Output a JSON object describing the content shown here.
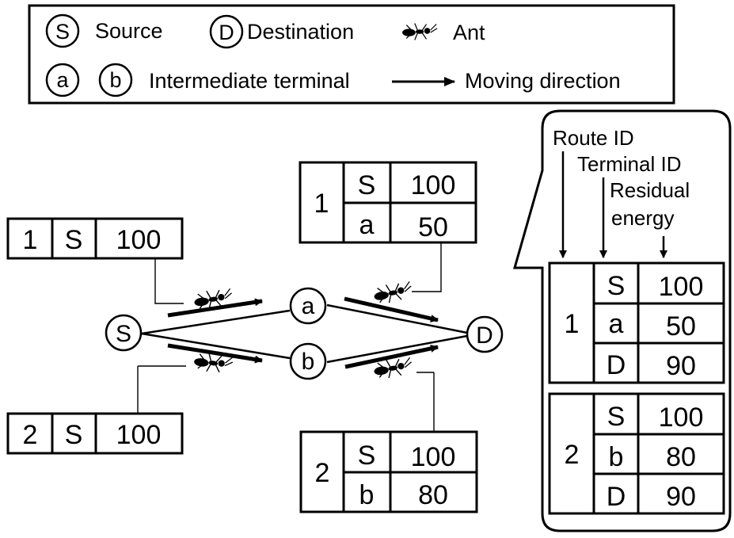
{
  "legend": {
    "source_symbol": "S",
    "source_label": "Source",
    "destination_symbol": "D",
    "destination_label": "Destination",
    "ant_label": "Ant",
    "intermediate_symbol_a": "a",
    "intermediate_symbol_b": "b",
    "intermediate_label": "Intermediate terminal",
    "direction_label": "Moving direction"
  },
  "nodes": {
    "source": "S",
    "a": "a",
    "b": "b",
    "destination": "D"
  },
  "tables": {
    "left_top": {
      "route": "1",
      "terminal": "S",
      "energy": "100"
    },
    "left_bottom": {
      "route": "2",
      "terminal": "S",
      "energy": "100"
    },
    "mid_top": {
      "route": "1",
      "rows": [
        {
          "terminal": "S",
          "energy": "100"
        },
        {
          "terminal": "a",
          "energy": "50"
        }
      ]
    },
    "mid_bottom": {
      "route": "2",
      "rows": [
        {
          "terminal": "S",
          "energy": "100"
        },
        {
          "terminal": "b",
          "energy": "80"
        }
      ]
    }
  },
  "callout": {
    "route_id_label": "Route ID",
    "terminal_id_label": "Terminal ID",
    "residual_label_line1": "Residual",
    "residual_label_line2": "energy",
    "routes": [
      {
        "route": "1",
        "rows": [
          {
            "terminal": "S",
            "energy": "100"
          },
          {
            "terminal": "a",
            "energy": "50"
          },
          {
            "terminal": "D",
            "energy": "90"
          }
        ]
      },
      {
        "route": "2",
        "rows": [
          {
            "terminal": "S",
            "energy": "100"
          },
          {
            "terminal": "b",
            "energy": "80"
          },
          {
            "terminal": "D",
            "energy": "90"
          }
        ]
      }
    ]
  }
}
